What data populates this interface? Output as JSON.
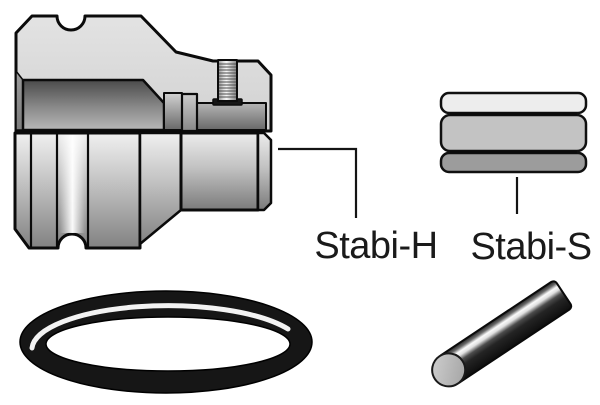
{
  "diagram": {
    "labels": {
      "stabi_h": "Stabi-H",
      "stabi_s": "Stabi-S"
    },
    "parts": [
      {
        "id": "stabi-h-fitting",
        "label": "Stabi-H",
        "kind": "hose-fitting-cross-section"
      },
      {
        "id": "stabi-s-coupler",
        "label": "Stabi-S",
        "kind": "hex-coupling-sleeve"
      },
      {
        "id": "o-ring",
        "kind": "o-ring-seal"
      },
      {
        "id": "rod",
        "kind": "steel-rod"
      }
    ],
    "colors": {
      "background": "#ffffff",
      "outline": "#0b0b0b",
      "body_light": "#d9d9d9",
      "metal_dark": "#4b4b4b",
      "seal_black": "#161616",
      "label_text": "#1a1a1a"
    }
  }
}
